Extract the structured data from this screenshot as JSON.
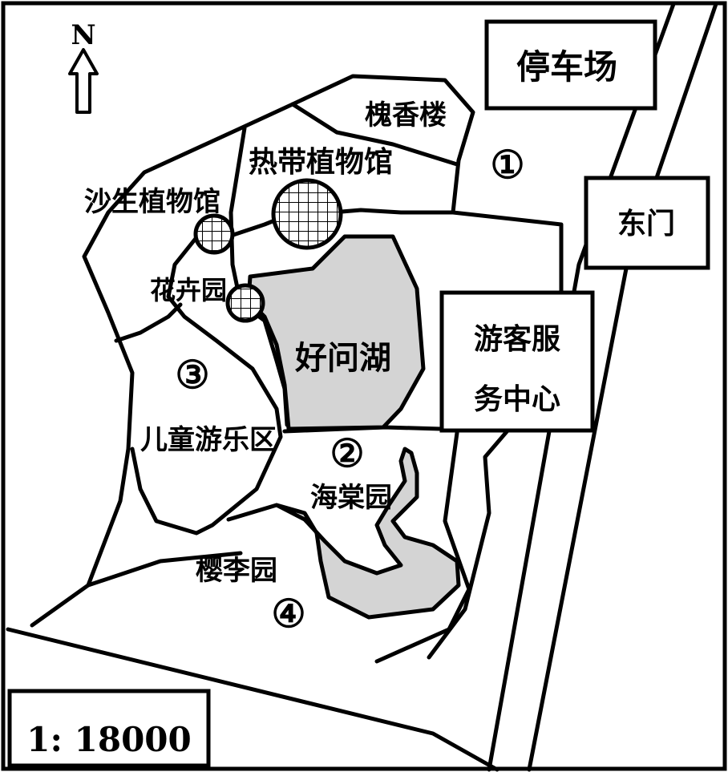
{
  "map": {
    "north_label": "N",
    "scale": "1: 18000",
    "colors": {
      "water": "#d4d4d4",
      "line": "#000000",
      "background": "#ffffff"
    },
    "buildings": {
      "parking": "停车场",
      "east_gate": "东门",
      "visitor_center_line1": "游客服",
      "visitor_center_line2": "务中心"
    },
    "areas": {
      "huaixiang_tower": "槐香楼",
      "tropical_greenhouse": "热带植物馆",
      "desert_greenhouse": "沙生植物馆",
      "flower_garden": "花卉园",
      "haowen_lake": "好问湖",
      "children_playground": "儿童游乐区",
      "begonia_garden": "海棠园",
      "cherry_plum_garden": "樱李园"
    },
    "markers": [
      "①",
      "②",
      "③",
      "④"
    ]
  }
}
